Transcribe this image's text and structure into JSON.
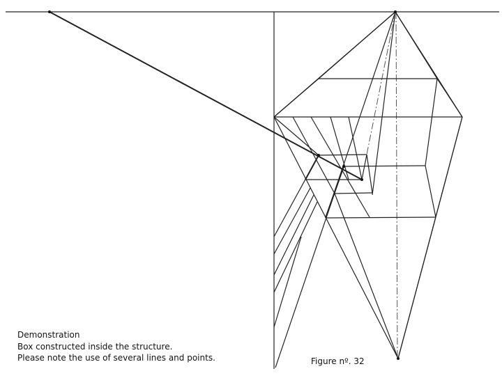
{
  "caption": {
    "title": "Demonstration",
    "line1": "Box constructed inside the structure.",
    "line2": "Please note the use of several lines and points."
  },
  "figure_label": "Figure nº. 32"
}
